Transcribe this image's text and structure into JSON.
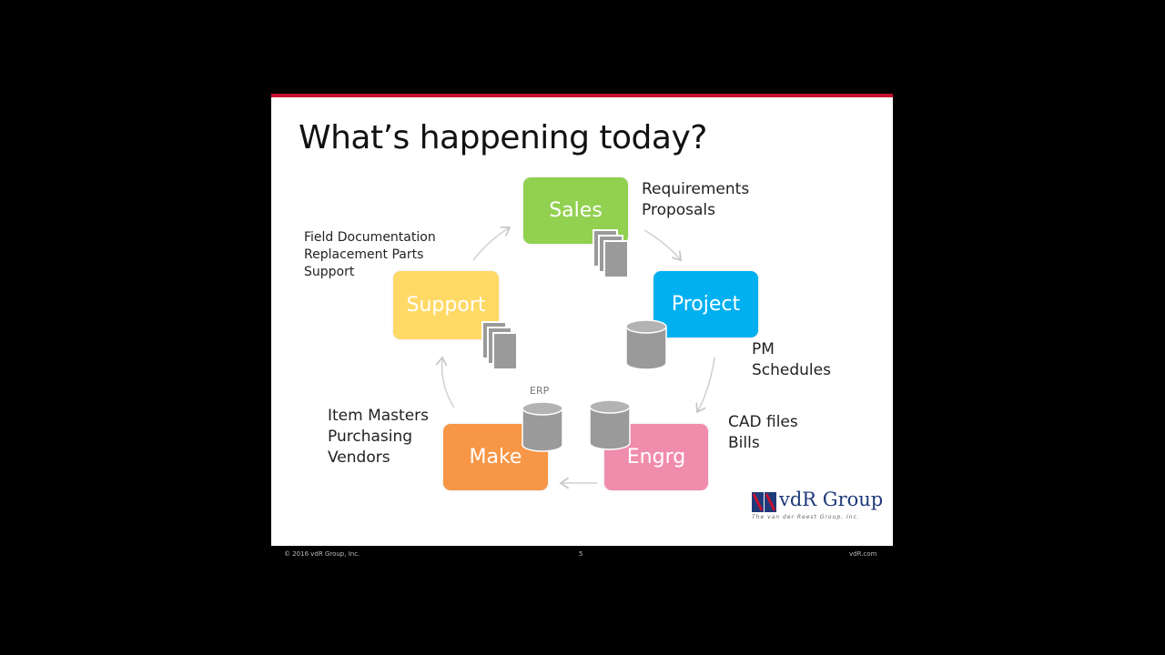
{
  "slide": {
    "title": "What’s happening today?",
    "boxes": {
      "sales": {
        "label": "Sales",
        "color": "#92d050"
      },
      "project": {
        "label": "Project",
        "color": "#00b0f0"
      },
      "engrg": {
        "label": "Engrg",
        "color": "#f08cac"
      },
      "make": {
        "label": "Make",
        "color": "#f79646"
      },
      "support": {
        "label": "Support",
        "color": "#ffd966"
      }
    },
    "notes": {
      "sales": [
        "Requirements",
        "Proposals"
      ],
      "project": [
        "PM",
        "Schedules"
      ],
      "engrg": [
        "CAD files",
        "Bills"
      ],
      "make": [
        "Item Masters",
        "Purchasing",
        "Vendors"
      ],
      "support": [
        "Field Documentation",
        "Replacement Parts",
        "Support"
      ]
    },
    "erp_label": "ERP",
    "logo": {
      "name": "vdR Group",
      "tagline": "The van der Reest Group, Inc."
    }
  },
  "footer": {
    "left": "© 2016 vdR Group, Inc.",
    "center": "5",
    "right": "vdR.com"
  }
}
